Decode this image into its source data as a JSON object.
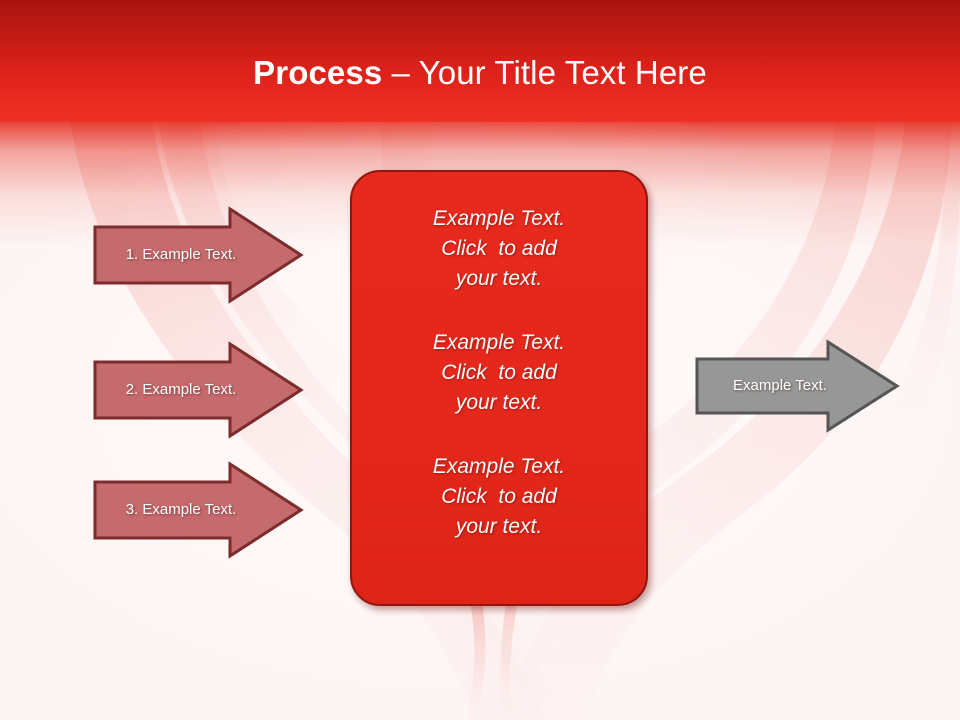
{
  "slide": {
    "background_color": "#fdf4f3",
    "accent_color": "#e5281c",
    "banner_color": "#df231b"
  },
  "title": {
    "bold_part": "Process",
    "regular_part": " – Your Title Text Here",
    "full": "Process – Your Title Text Here",
    "color": "#ffffff"
  },
  "input_arrows": {
    "fill_color": "#c56a6d",
    "border_color": "#7c2c2c",
    "text_color": "#ffffff",
    "items": [
      {
        "label": "1. Example Text."
      },
      {
        "label": "2. Example Text."
      },
      {
        "label": "3. Example Text."
      }
    ]
  },
  "center_panel": {
    "fill_color": "#e5281c",
    "border_color": "#8f1710",
    "text_color": "#ffffff",
    "blocks": [
      {
        "line1": "Example Text.",
        "line2": "Click  to add",
        "line3": "your text."
      },
      {
        "line1": "Example Text.",
        "line2": "Click  to add",
        "line3": "your text."
      },
      {
        "line1": "Example Text.",
        "line2": "Click  to add",
        "line3": "your text."
      }
    ]
  },
  "output_arrow": {
    "fill_color": "#979797",
    "border_color": "#555555",
    "text_color": "#ffffff",
    "label": "Example Text."
  }
}
